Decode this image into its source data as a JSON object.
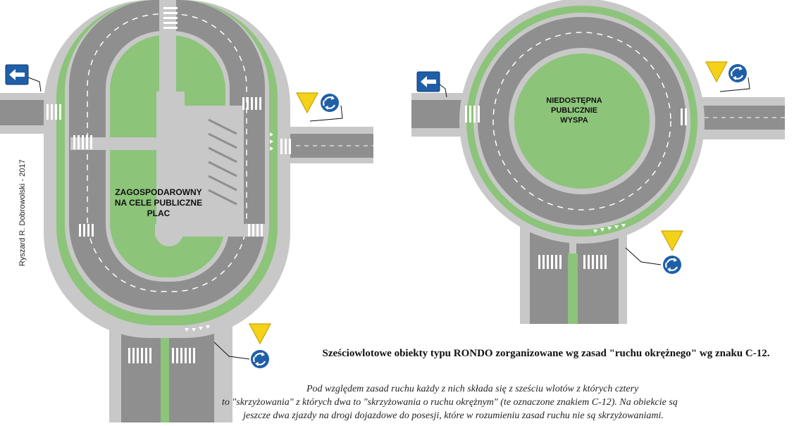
{
  "diagram": {
    "left_rondo": {
      "central_label": [
        "ZAGOSPODAROWNY",
        "NA CELE  PUBLICZNE",
        "PLAC"
      ]
    },
    "right_rondo": {
      "central_label": [
        "NIEDOSTĘPNA",
        "PUBLICZNIE",
        "WYSPA"
      ]
    },
    "author": "Ryszard  R. Dobrowolski - 2017",
    "caption": "Sześciowlotowe obiekty typu RONDO zorganizowane wg zasad \"ruchu okrężnego\" wg znaku C-12.",
    "description": [
      "Pod względem zasad ruchu  każdy z nich składa się  z sześciu wlotów z których cztery",
      "to \"skrzyżowania\" z których dwa to \"skrzyżowania o ruchu okrężnym\" (te oznaczone znakiem C-12). Na obiekcie są",
      "jeszcze dwa zjazdy na drogi dojazdowe do posesji, które w rozumieniu zasad ruchu nie są skrzyżowaniami."
    ],
    "colors": {
      "road": "#8f8f8f",
      "sidewalk": "#c8c8c8",
      "grass": "#8cc47a",
      "sign_blue": "#1f5fa8",
      "sign_yellow": "#f5d21a"
    },
    "signs": [
      "one-way-arrow-sign",
      "give-way-sign",
      "roundabout-c12-sign"
    ]
  }
}
